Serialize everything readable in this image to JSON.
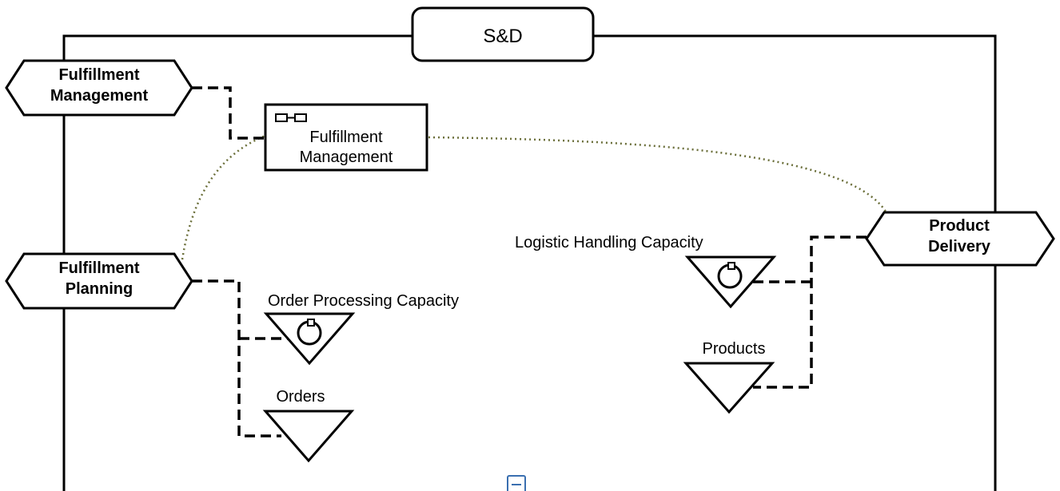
{
  "frame": {
    "title": "S&D"
  },
  "hexagons": {
    "fulfillment_management": {
      "line1": "Fulfillment",
      "line2": "Management"
    },
    "fulfillment_planning": {
      "line1": "Fulfillment",
      "line2": "Planning"
    },
    "product_delivery": {
      "line1": "Product",
      "line2": "Delivery"
    }
  },
  "system_box": {
    "line1": "Fulfillment",
    "line2": "Management",
    "icon": "component-icon"
  },
  "capacities": {
    "order_processing": "Order Processing Capacity",
    "logistic_handling": "Logistic Handling Capacity"
  },
  "stores": {
    "orders": "Orders",
    "products": "Products"
  },
  "colors": {
    "line": "#000000",
    "dotted_link": "#6b6f3a",
    "footer_icon": "#3a6fb0"
  },
  "footer": {
    "icon": "document-icon"
  }
}
